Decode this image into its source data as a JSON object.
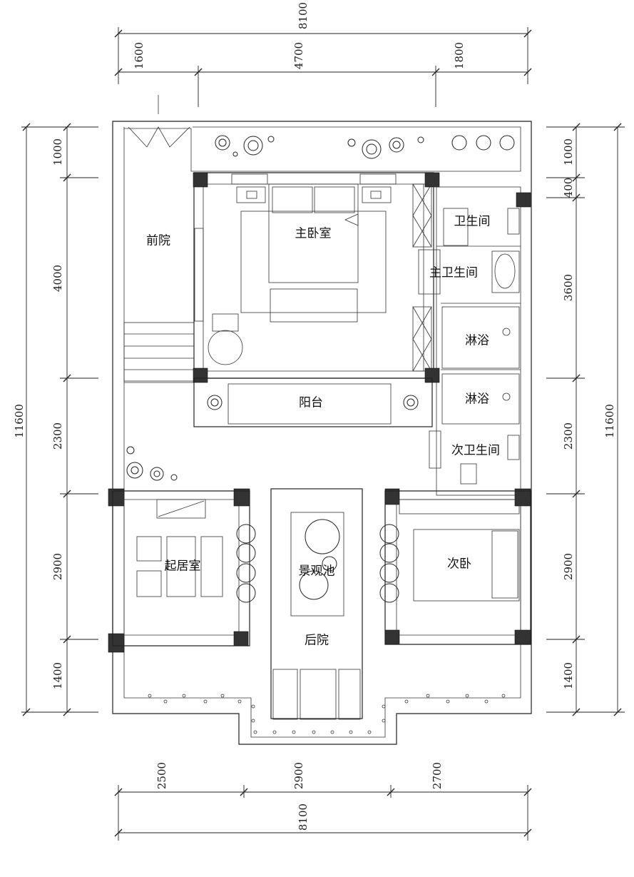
{
  "plan": {
    "rooms": {
      "front_yard": "前院",
      "master_bedroom": "主卧室",
      "toilet": "卫生间",
      "master_bath": "主卫生间",
      "shower_1": "淋浴",
      "balcony": "阳台",
      "shower_2": "淋浴",
      "second_bath": "次卫生间",
      "living_room": "起居室",
      "pond": "景观池",
      "second_bedroom": "次卧",
      "backyard": "后院"
    },
    "dimensions": {
      "top_total": "8100",
      "top_segments": [
        "1600",
        "4700",
        "1800"
      ],
      "left_total": "11600",
      "left_segments": [
        "1000",
        "4000",
        "2300",
        "2900",
        "1400"
      ],
      "right_total": "11600",
      "right_segments": [
        "1000",
        "400",
        "3600",
        "2300",
        "2900",
        "1400"
      ],
      "bottom_segments": [
        "2500",
        "2900",
        "2700"
      ],
      "bottom_total": "8100"
    }
  }
}
